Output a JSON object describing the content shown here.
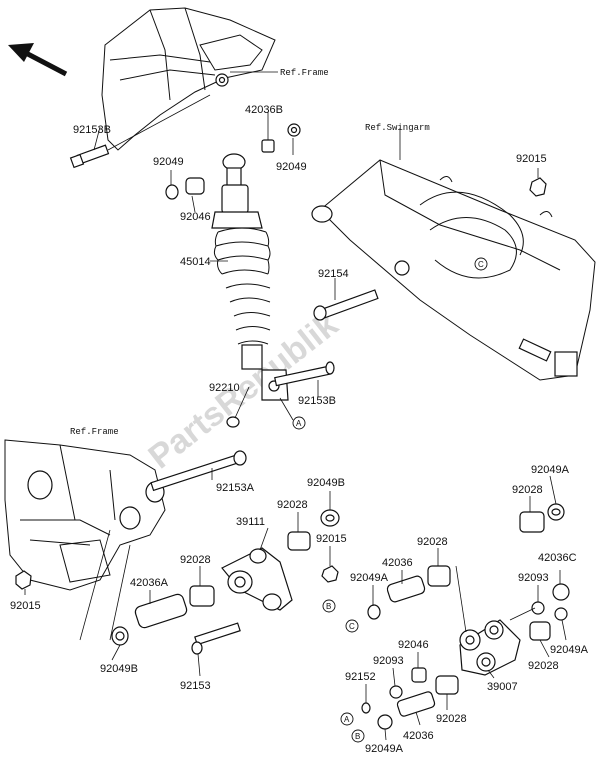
{
  "watermark": "PartsRepublik",
  "refs": {
    "frame_top": "Ref.Frame",
    "swingarm": "Ref.Swingarm",
    "frame_left": "Ref.Frame"
  },
  "callouts": {
    "a": "A",
    "b": "B",
    "c": "C"
  },
  "parts": {
    "p92153B_top": "92153B",
    "p42036B": "42036B",
    "p92049_a": "92049",
    "p92049_b": "92049",
    "p92046_top": "92046",
    "p92015_top": "92015",
    "p92154": "92154",
    "p45014": "45014",
    "p92210": "92210",
    "p92153B_mid": "92153B",
    "p92153A": "92153A",
    "p92049B_top": "92049B",
    "p92049A_r1": "92049A",
    "p92028_r1": "92028",
    "p92028_mid": "92028",
    "p39111": "39111",
    "p92015_mid": "92015",
    "p92028_left": "92028",
    "p42036A": "42036A",
    "p92015_left": "92015",
    "p42036_mid": "42036",
    "p92028_c": "92028",
    "p92049A_c": "92049A",
    "p42036C": "42036C",
    "p92093_r": "92093",
    "p92049B_bot": "92049B",
    "p92153": "92153",
    "p92046_bot": "92046",
    "p92093_bot": "92093",
    "p92152": "92152",
    "p92028_r2": "92028",
    "p92049A_r2": "92049A",
    "p39007": "39007",
    "p92028_bot": "92028",
    "p42036_bot": "42036",
    "p92049A_bot": "92049A"
  }
}
